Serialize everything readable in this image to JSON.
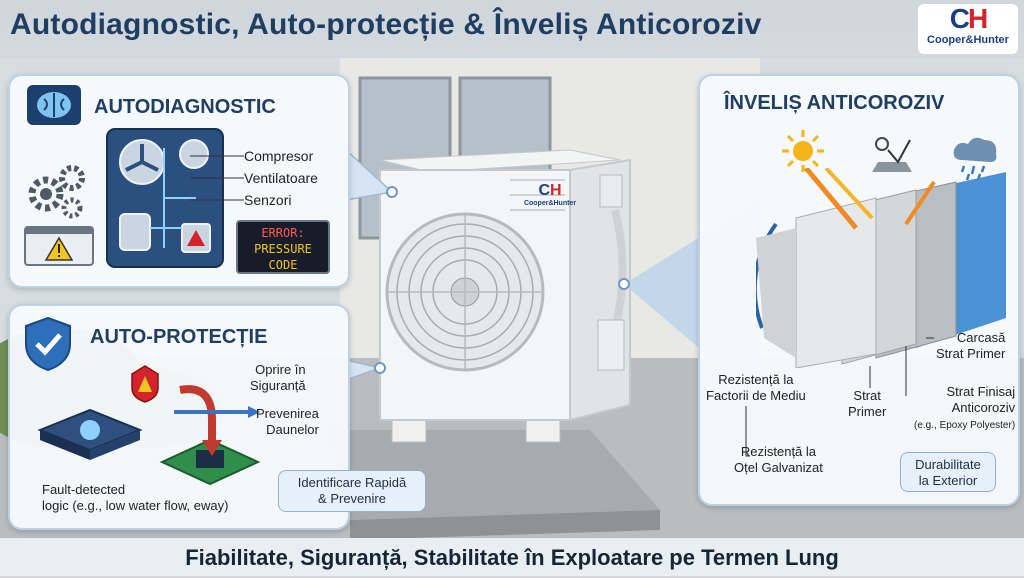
{
  "header": {
    "title": "Autodiagnostic, Auto-protecție & Înveliș Anticoroziv",
    "logo": {
      "mark_c": "C",
      "mark_h": "H",
      "text": "Cooper&Hunter"
    }
  },
  "unit": {
    "logo": {
      "mark_c": "C",
      "mark_h": "H",
      "text": "Cooper&Hunter"
    }
  },
  "autodiagnostic": {
    "heading": "AUTODIAGNOSTIC",
    "labels": [
      "Compresor",
      "Ventilatoare",
      "Senzori"
    ],
    "error_line1": "ERROR:",
    "error_line2": "PRESSURE",
    "error_line3": "CODE"
  },
  "autoprotectie": {
    "heading": "AUTO-PROTECȚIE",
    "labels": {
      "stop_l1": "Oprire în",
      "stop_l2": "Siguranță",
      "prev_l1": "Prevenirea",
      "prev_l2": "Daunelor",
      "fault_l1": "Fault-detected",
      "fault_l2": "logic (e.g., low water flow, eway)"
    },
    "callout_l1": "Identificare Rapidă",
    "callout_l2": "& Prevenire"
  },
  "anticoroziv": {
    "heading": "ÎNVELIȘ ANTICOROZIV",
    "labels": {
      "carcasa_l1": "Carcasă",
      "carcasa_l2": "Strat Primer",
      "rez_mediu_l1": "Rezistență la",
      "rez_mediu_l2": "Factorii de Mediu",
      "primer_l1": "Strat",
      "primer_l2": "Primer",
      "finisaj_l1": "Strat Finisaj",
      "finisaj_l2": "Anticoroziv",
      "finisaj_note": "(e.g., Epoxy Polyester)",
      "rez_otel_l1": "Rezistență la",
      "rez_otel_l2": "Oțel Galvanizat"
    },
    "callout_l1": "Durabilitate",
    "callout_l2": "la Exterior"
  },
  "footer": {
    "text": "Fiabilitate, Siguranță, Stabilitate în Exploatare pe Termen Lung"
  },
  "colors": {
    "title": "#1f3e61",
    "accent_red": "#d4232b",
    "accent_blue": "#1b3f86",
    "error_text": "#f2c521"
  }
}
